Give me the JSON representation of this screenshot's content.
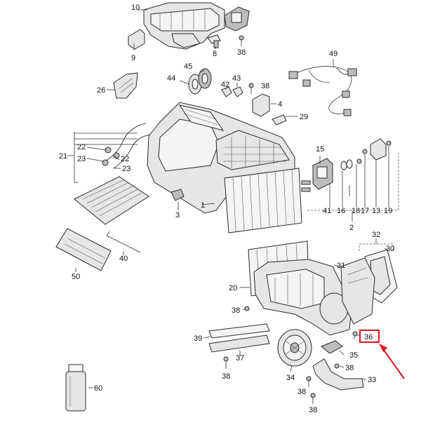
{
  "diagram": {
    "part_labels": [
      {
        "id": "p10",
        "text": "10"
      },
      {
        "id": "p9",
        "text": "9"
      },
      {
        "id": "p8",
        "text": "8"
      },
      {
        "id": "p38a",
        "text": "38"
      },
      {
        "id": "p45",
        "text": "45"
      },
      {
        "id": "p44",
        "text": "44"
      },
      {
        "id": "p43",
        "text": "43"
      },
      {
        "id": "p42",
        "text": "42"
      },
      {
        "id": "p38b",
        "text": "38"
      },
      {
        "id": "p26",
        "text": "26"
      },
      {
        "id": "p4",
        "text": "4"
      },
      {
        "id": "p29",
        "text": "29"
      },
      {
        "id": "p49",
        "text": "49"
      },
      {
        "id": "p21",
        "text": "21"
      },
      {
        "id": "p22a",
        "text": "22"
      },
      {
        "id": "p22b",
        "text": "22"
      },
      {
        "id": "p23a",
        "text": "23"
      },
      {
        "id": "p23b",
        "text": "23"
      },
      {
        "id": "p15",
        "text": "15"
      },
      {
        "id": "p3",
        "text": "3"
      },
      {
        "id": "p1",
        "text": "1"
      },
      {
        "id": "p41",
        "text": "41"
      },
      {
        "id": "p16",
        "text": "16"
      },
      {
        "id": "p18",
        "text": "18"
      },
      {
        "id": "p17",
        "text": "17"
      },
      {
        "id": "p13",
        "text": "13"
      },
      {
        "id": "p19",
        "text": "19"
      },
      {
        "id": "p2",
        "text": "2"
      },
      {
        "id": "p40",
        "text": "40"
      },
      {
        "id": "p50",
        "text": "50"
      },
      {
        "id": "p32",
        "text": "32"
      },
      {
        "id": "p30",
        "text": "30"
      },
      {
        "id": "p31",
        "text": "31"
      },
      {
        "id": "p20",
        "text": "20"
      },
      {
        "id": "p38c",
        "text": "38"
      },
      {
        "id": "p36",
        "text": "36"
      },
      {
        "id": "p39",
        "text": "39"
      },
      {
        "id": "p37",
        "text": "37"
      },
      {
        "id": "p38d",
        "text": "38"
      },
      {
        "id": "p34",
        "text": "34"
      },
      {
        "id": "p35",
        "text": "35"
      },
      {
        "id": "p38e",
        "text": "38"
      },
      {
        "id": "p33",
        "text": "33"
      },
      {
        "id": "p38f",
        "text": "38"
      },
      {
        "id": "p38g",
        "text": "38"
      },
      {
        "id": "p60",
        "text": "60"
      }
    ],
    "highlighted_part": "36",
    "highlight_color": "#e0141e"
  }
}
